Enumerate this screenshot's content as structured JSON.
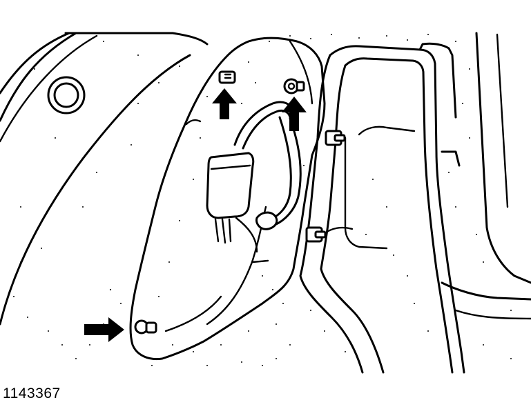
{
  "figure": {
    "id_label": "1143367"
  },
  "callouts": [
    {
      "name": "arrow-to-upper-left-screw",
      "direction": "up"
    },
    {
      "name": "arrow-to-upper-right-nut",
      "direction": "up"
    },
    {
      "name": "arrow-to-lower-screw",
      "direction": "right"
    }
  ],
  "style": {
    "line_color": "#000000",
    "background": "#ffffff"
  }
}
